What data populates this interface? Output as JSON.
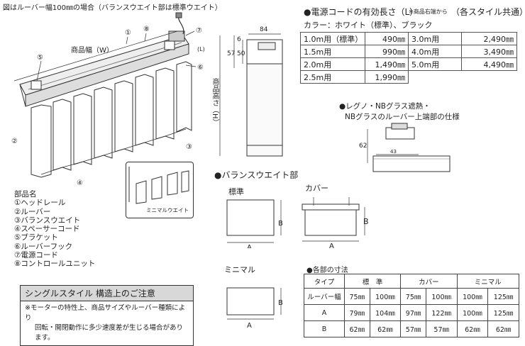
{
  "header_note": "図はルーバー幅100㎜の場合（バランスウエイト部は標準ウエイト）",
  "diagram_labels": {
    "product_width": "商品幅（W）",
    "product_height": "商品高さ（H）",
    "L": "(L)",
    "minimal_weight": "ミニマルウエイト",
    "n1": "①",
    "n2": "②",
    "n3": "③",
    "n4": "④",
    "n5": "⑤",
    "n6": "⑥",
    "n7": "⑦",
    "n8": "⑧",
    "d84": "84",
    "d6": "6",
    "d50": "50",
    "d57": "57",
    "d62": "62",
    "d43": "43"
  },
  "parts": {
    "title": "部品名",
    "items": [
      "①ヘッドレール",
      "②ルーバー",
      "③バランスウエイト",
      "④スペーサーコード",
      "⑤ブラケット",
      "⑥ルーバーフック",
      "⑦電源コード",
      "⑧コントロールユニット"
    ]
  },
  "caution": {
    "title": "シングルスタイル 構造上のご注意",
    "line1": "※モーターの特性上、商品サイズやルーバー種類により",
    "line2": "回転・開閉動作に多少速度差が生じる場合があります。"
  },
  "power_cord": {
    "title": "●電源コードの有効長さ（L）",
    "note_small": "※商品右端から",
    "note_big": "（各スタイル共通）",
    "color": "カラー：ホワイト（標準）、ブラック",
    "rows": [
      [
        "1.0m用（標準）",
        "490㎜",
        "3.0m用",
        "2,490㎜"
      ],
      [
        "1.5m用",
        "990㎜",
        "4.0m用",
        "3,490㎜"
      ],
      [
        "2.0m用",
        "1,490㎜",
        "5.0m用",
        "4,490㎜"
      ],
      [
        "2.5m用",
        "1,990㎜",
        "",
        ""
      ]
    ]
  },
  "regno": {
    "line1": "●レグノ・NBグラス遮熱・",
    "line2": "NBグラスのルーバー上端部の仕様"
  },
  "balance": {
    "title": "●バランスウエイト部",
    "standard": "標準",
    "cover": "カバー",
    "minimal": "ミニマル",
    "A": "A",
    "B": "B"
  },
  "dims": {
    "title": "●各部の寸法",
    "headers": [
      "タイプ",
      "標　準",
      "カバー",
      "ミニマル"
    ],
    "rows": [
      [
        "ルーバー幅",
        "75㎜",
        "100㎜",
        "75㎜",
        "100㎜",
        "100㎜",
        "125㎜"
      ],
      [
        "A",
        "79㎜",
        "104㎜",
        "97㎜",
        "122㎜",
        "100㎜",
        "125㎜"
      ],
      [
        "B",
        "62㎜",
        "62㎜",
        "57㎜",
        "57㎜",
        "62㎜",
        "62㎜"
      ]
    ]
  }
}
